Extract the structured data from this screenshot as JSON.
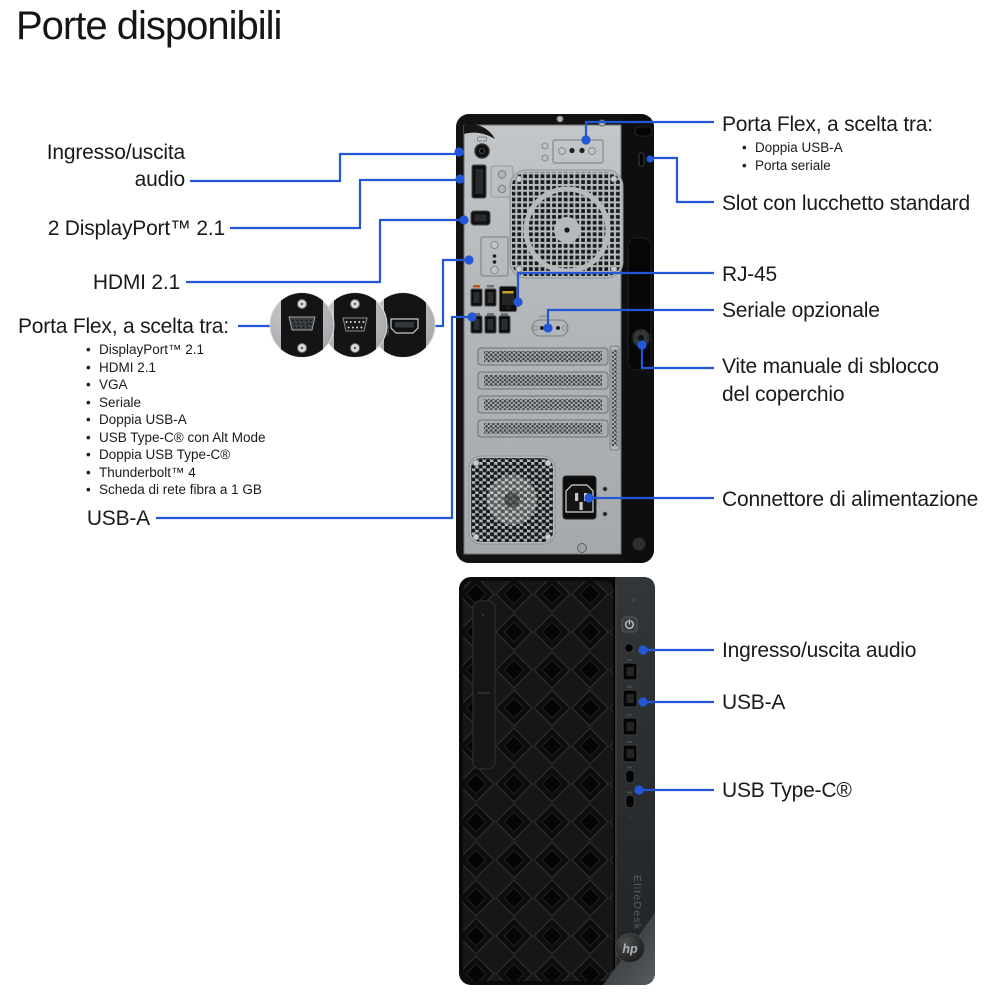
{
  "title": "Porte disponibili",
  "accent_color": "#2457d8",
  "rear": {
    "left_labels": {
      "audio": "Ingresso/uscita audio",
      "displayport": "2 DisplayPort™ 2.1",
      "hdmi": "HDMI 2.1",
      "flex_title": "Porta Flex, a scelta tra:",
      "flex_options": [
        "DisplayPort™ 2.1",
        "HDMI 2.1",
        "VGA",
        "Seriale",
        "Doppia USB-A",
        "USB Type-C® con Alt Mode",
        "Doppia USB Type-C®",
        "Thunderbolt™ 4",
        "Scheda di rete fibra a 1 GB"
      ],
      "usb_a": "USB-A"
    },
    "right_labels": {
      "flex_title": "Porta Flex, a scelta tra:",
      "flex_options": [
        "Doppia USB-A",
        "Porta seriale"
      ],
      "lock_slot": "Slot con lucchetto standard",
      "rj45": "RJ-45",
      "serial": "Seriale opzionale",
      "release_screw": "Vite manuale di sblocco del coperchio",
      "power": "Connettore di alimentazione"
    }
  },
  "front": {
    "labels": {
      "audio": "Ingresso/uscita audio",
      "usb_a": "USB-A",
      "usb_c": "USB Type-C®"
    },
    "branding": {
      "model": "EliteDesk",
      "logo_text": "hp"
    }
  },
  "closeup_icons": [
    "vga-port-icon",
    "serial-port-icon",
    "hdmi-port-icon"
  ]
}
